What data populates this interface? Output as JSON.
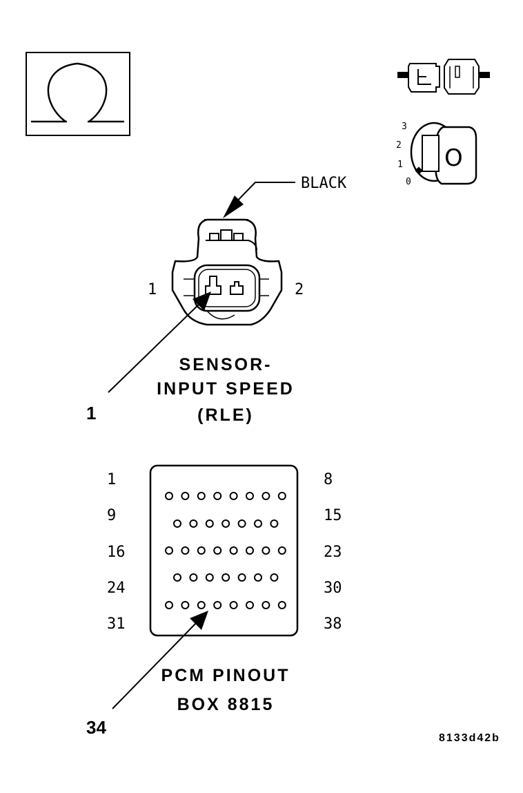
{
  "ohmmeter_icon": {
    "symbol": "ohm-icon"
  },
  "disconnected_connector_icon": {
    "symbol": "disconnected-connector-icon"
  },
  "ignition_key_icon": {
    "symbol": "ignition-key-icon",
    "positions": [
      "3",
      "2",
      "1",
      "0"
    ],
    "key_label": "O"
  },
  "sensor_connector": {
    "color_label": "BLACK",
    "pin_left": "1",
    "pin_right": "2",
    "title_lines": [
      "SENSOR-",
      "INPUT SPEED",
      "(RLE)"
    ],
    "callout": "1"
  },
  "pcm_connector": {
    "row_labels_left": [
      "1",
      "9",
      "16",
      "24",
      "31"
    ],
    "row_labels_right": [
      "8",
      "15",
      "23",
      "30",
      "38"
    ],
    "row_pin_counts": [
      8,
      7,
      8,
      7,
      8
    ],
    "title_lines": [
      "PCM PINOUT",
      "BOX 8815"
    ],
    "callout": "34"
  },
  "figure_code": "8133d42b"
}
